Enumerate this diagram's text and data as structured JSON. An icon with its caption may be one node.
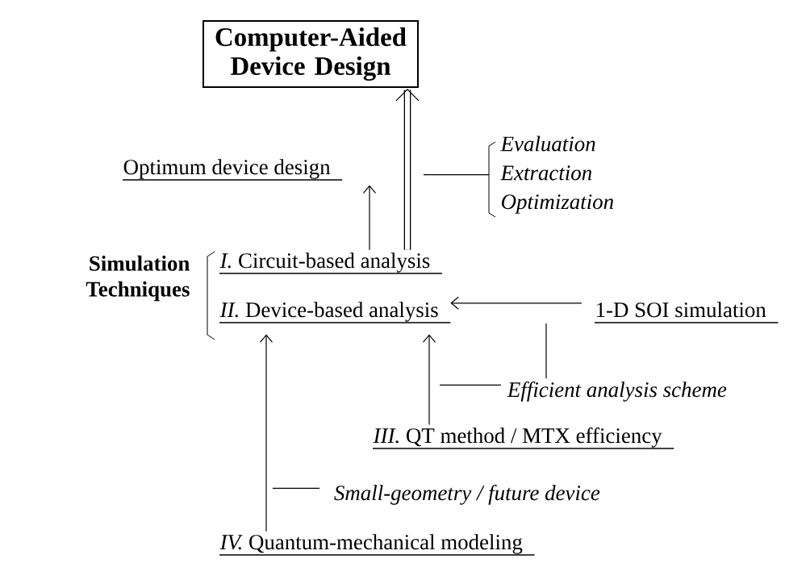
{
  "diagram": {
    "nodes": [
      {
        "text": [
          "Computer-Aided Device Design"
        ]
      },
      {
        "text": [
          "Optimum device design"
        ]
      },
      {
        "text": [
          "Evaluation",
          "Extraction",
          "Optimization"
        ]
      },
      {
        "text": [
          "Simulation Techniques"
        ]
      },
      {
        "text": [
          "*I.*  Circuit-based analysis"
        ]
      },
      {
        "text": [
          "*II.* Device-based analysis"
        ]
      },
      {
        "text": [
          "1-D SOI simulation"
        ]
      },
      {
        "text": [
          "Efficient analysis scheme"
        ]
      },
      {
        "text": [
          "*III.* QT method / MTX efficiency"
        ]
      },
      {
        "text": [
          "Small-geometry / future device"
        ]
      },
      {
        "text": [
          "*IV.* Quantum-mechanical modeling"
        ]
      }
    ],
    "edges": [
      {
        "from": 4,
        "to": 1,
        "arrow": "to"
      },
      {
        "from": 4,
        "to": 0,
        "arrow": "to",
        "style": "thick"
      },
      {
        "from": 2,
        "to": null,
        "arrow": "none"
      },
      {
        "from": 6,
        "to": 5,
        "arrow": "to"
      },
      {
        "from": 7,
        "to": null,
        "arrow": "none"
      },
      {
        "from": 7,
        "to": null,
        "arrow": "none"
      },
      {
        "from": 8,
        "to": 5,
        "arrow": "to"
      },
      {
        "from": 9,
        "to": null,
        "arrow": "none"
      },
      {
        "from": 10,
        "to": 5,
        "arrow": "to"
      }
    ]
  }
}
